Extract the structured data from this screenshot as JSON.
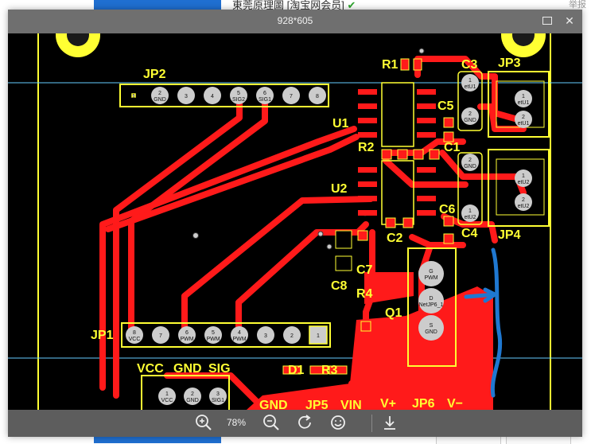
{
  "background": {
    "title": "東莞原理圖",
    "member": "[淘宝网会员]",
    "right_hint": "举报"
  },
  "viewer": {
    "title": "928*605",
    "zoom": "78%"
  },
  "pcb": {
    "labels": {
      "jp2": "JP2",
      "jp1": "JP1",
      "jp3": "JP3",
      "jp4": "JP4",
      "jp5": "JP5",
      "jp6": "JP6",
      "u1": "U1",
      "u2": "U2",
      "r1": "R1",
      "r2": "R2",
      "r3": "R3",
      "r4": "R4",
      "c1": "C1",
      "c2": "C2",
      "c3": "C3",
      "c4": "C4",
      "c5": "C5",
      "c6": "C6",
      "c7": "C7",
      "c8": "C8",
      "q1": "Q1",
      "d1": "D1",
      "vcc": "VCC",
      "gnd": "GND",
      "sig": "SIG",
      "gnd2": "GND",
      "vin": "VIN",
      "vplus": "V+",
      "vminus": "V−"
    },
    "jp2_pads": [
      {
        "num": "1",
        "net": ""
      },
      {
        "num": "2",
        "net": "GND"
      },
      {
        "num": "3",
        "net": ""
      },
      {
        "num": "4",
        "net": ""
      },
      {
        "num": "5",
        "net": "SIG2"
      },
      {
        "num": "6",
        "net": "SIG1"
      },
      {
        "num": "7",
        "net": ""
      },
      {
        "num": "8",
        "net": ""
      }
    ],
    "jp1_pads": [
      {
        "num": "8",
        "net": "VCC"
      },
      {
        "num": "7",
        "net": ""
      },
      {
        "num": "6",
        "net": "PWM"
      },
      {
        "num": "5",
        "net": "PWM"
      },
      {
        "num": "4",
        "net": "PWM"
      },
      {
        "num": "3",
        "net": ""
      },
      {
        "num": "2",
        "net": ""
      },
      {
        "num": "1",
        "net": ""
      }
    ],
    "jp3_pads": [
      {
        "num": "1",
        "net": "etU1"
      },
      {
        "num": "2",
        "net": "etU1"
      }
    ],
    "jp4_pads": [
      {
        "num": "1",
        "net": "etU2"
      },
      {
        "num": "2",
        "net": "etU2"
      }
    ],
    "c3_pads": [
      {
        "num": "1",
        "net": "etU1"
      },
      {
        "num": "2",
        "net": "GND"
      }
    ],
    "c4_pads": [
      {
        "num": "2",
        "net": "GND"
      },
      {
        "num": "1",
        "net": "etU2"
      }
    ],
    "sensor_pads": [
      {
        "num": "1",
        "net": "VCC"
      },
      {
        "num": "2",
        "net": "GND"
      },
      {
        "num": "3",
        "net": "SIG1"
      }
    ],
    "q1_pads": [
      {
        "num": "G",
        "net": "PWM"
      },
      {
        "num": "D",
        "net": "NetJP6_1"
      },
      {
        "num": "S",
        "net": "GND"
      }
    ]
  },
  "colors": {
    "board": "#000000",
    "trace": "#ff1a1a",
    "silkscreen": "#ffff33",
    "keepout": "#66ccff",
    "annotation": "#1f78d1",
    "pad": "#c8c8c8"
  }
}
